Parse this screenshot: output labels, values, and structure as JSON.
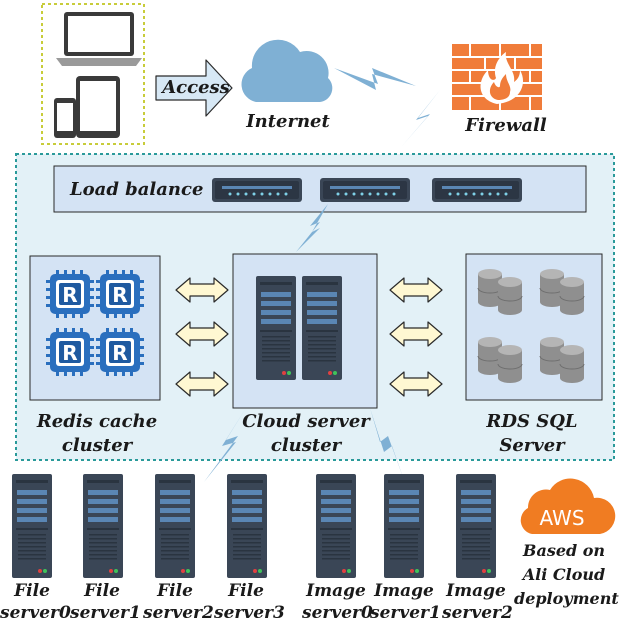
{
  "labels": {
    "access": "Access",
    "internet": "Internet",
    "firewall": "Firewall",
    "load_balance": "Load balance",
    "redis_line1": "Redis cache",
    "redis_line2": "cluster",
    "cloud_line1": "Cloud server",
    "cloud_line2": "cluster",
    "rds_line1": "RDS SQL",
    "rds_line2": "Server",
    "aws_logo_text": "AWS",
    "deploy_line1": "Based on",
    "deploy_line2": "Ali Cloud",
    "deploy_line3": "deployment"
  },
  "redis_chip_letter": "R",
  "file_servers": [
    {
      "line1": "File",
      "line2": "server0"
    },
    {
      "line1": "File",
      "line2": "server1"
    },
    {
      "line1": "File",
      "line2": "server2"
    },
    {
      "line1": "File",
      "line2": "server3"
    }
  ],
  "image_servers": [
    {
      "line1": "Image",
      "line2": "server0"
    },
    {
      "line1": "Image",
      "line2": "server1"
    },
    {
      "line1": "Image",
      "line2": "server2"
    }
  ],
  "colors": {
    "cluster_bg": "#e3f1f7",
    "cluster_border": "#2a9a9a",
    "panel_bg": "#d4e3f4",
    "cloud": "#7fb0d4",
    "bolt": "#7fb0d4",
    "server_dark": "#3a4656",
    "server_light": "#5a86b4",
    "chip_blue": "#2a6fbe",
    "db_gray": "#8f8f8f",
    "aws_orange": "#f07c22",
    "firewall_orange": "#f07c3a",
    "arrow_fill": "#fff8d2",
    "device_border": "#c8cc3a"
  },
  "icons": {
    "devices": "laptop-tablet-phone-icon",
    "internet": "cloud-icon",
    "firewall": "firewall-icon",
    "aws": "aws-cloud-icon"
  }
}
